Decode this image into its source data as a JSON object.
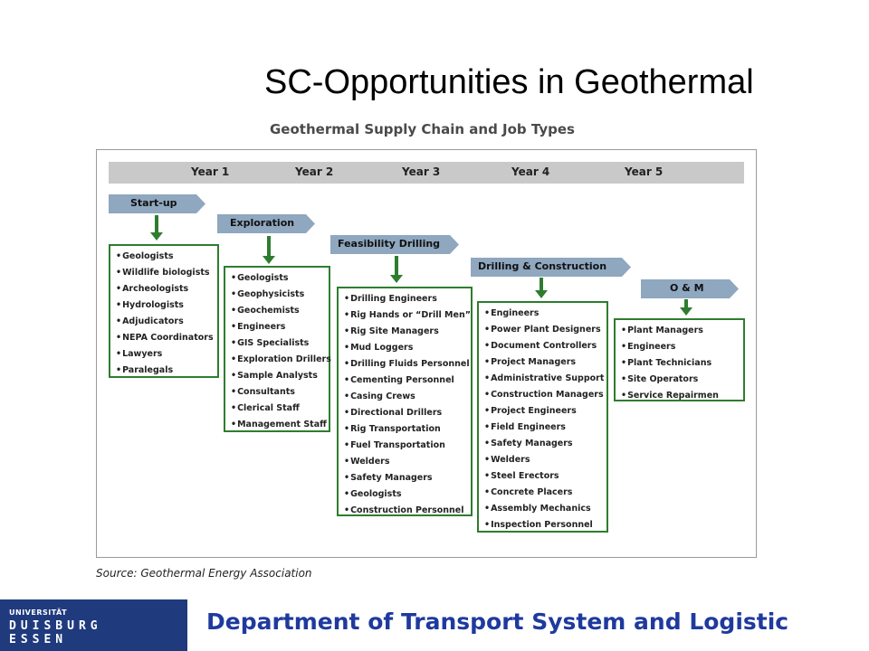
{
  "slide_title": "SC-Opportunities in Geothermal",
  "figure_title": "Geothermal Supply Chain and Job Types",
  "years": [
    "Year 1",
    "Year 2",
    "Year 3",
    "Year 4",
    "Year 5"
  ],
  "phases": [
    {
      "label": "Start-up",
      "jobs": [
        "Geologists",
        "Wildlife biologists",
        "Archeologists",
        "Hydrologists",
        "Adjudicators",
        "NEPA Coordinators",
        "Lawyers",
        "Paralegals"
      ]
    },
    {
      "label": "Exploration",
      "jobs": [
        "Geologists",
        "Geophysicists",
        "Geochemists",
        "Engineers",
        "GIS Specialists",
        "Exploration Drillers",
        "Sample Analysts",
        "Consultants",
        "Clerical Staff",
        "Management Staff"
      ]
    },
    {
      "label": "Feasibility Drilling",
      "jobs": [
        "Drilling Engineers",
        "Rig Hands or “Drill Men”",
        "Rig Site Managers",
        "Mud Loggers",
        "Drilling Fluids Personnel",
        "Cementing Personnel",
        "Casing Crews",
        "Directional Drillers",
        "Rig Transportation",
        "Fuel Transportation",
        "Welders",
        "Safety Managers",
        "Geologists",
        "Construction Personnel"
      ]
    },
    {
      "label": "Drilling & Construction",
      "jobs": [
        "Engineers",
        "Power Plant Designers",
        "Document Controllers",
        "Project Managers",
        "Administrative Support",
        "Construction Managers",
        "Project Engineers",
        "Field Engineers",
        "Safety Managers",
        "Welders",
        "Steel Erectors",
        "Concrete Placers",
        "Assembly Mechanics",
        "Inspection Personnel"
      ]
    },
    {
      "label": "O & M",
      "jobs": [
        "Plant Managers",
        "Engineers",
        "Plant Technicians",
        "Site Operators",
        "Service Repairmen"
      ]
    }
  ],
  "source": "Source: Geothermal Energy Association",
  "logo": {
    "line1": "UNIVERSITÄT",
    "line2": "DUISBURG",
    "line3": "ESSEN"
  },
  "department": "Department of Transport System and Logistic",
  "colors": {
    "phase_tag": "#8fa7bf",
    "arrow_and_box": "#2e7d2e",
    "department_text": "#1f3a9e",
    "logo_bg": "#1f3a7d"
  }
}
